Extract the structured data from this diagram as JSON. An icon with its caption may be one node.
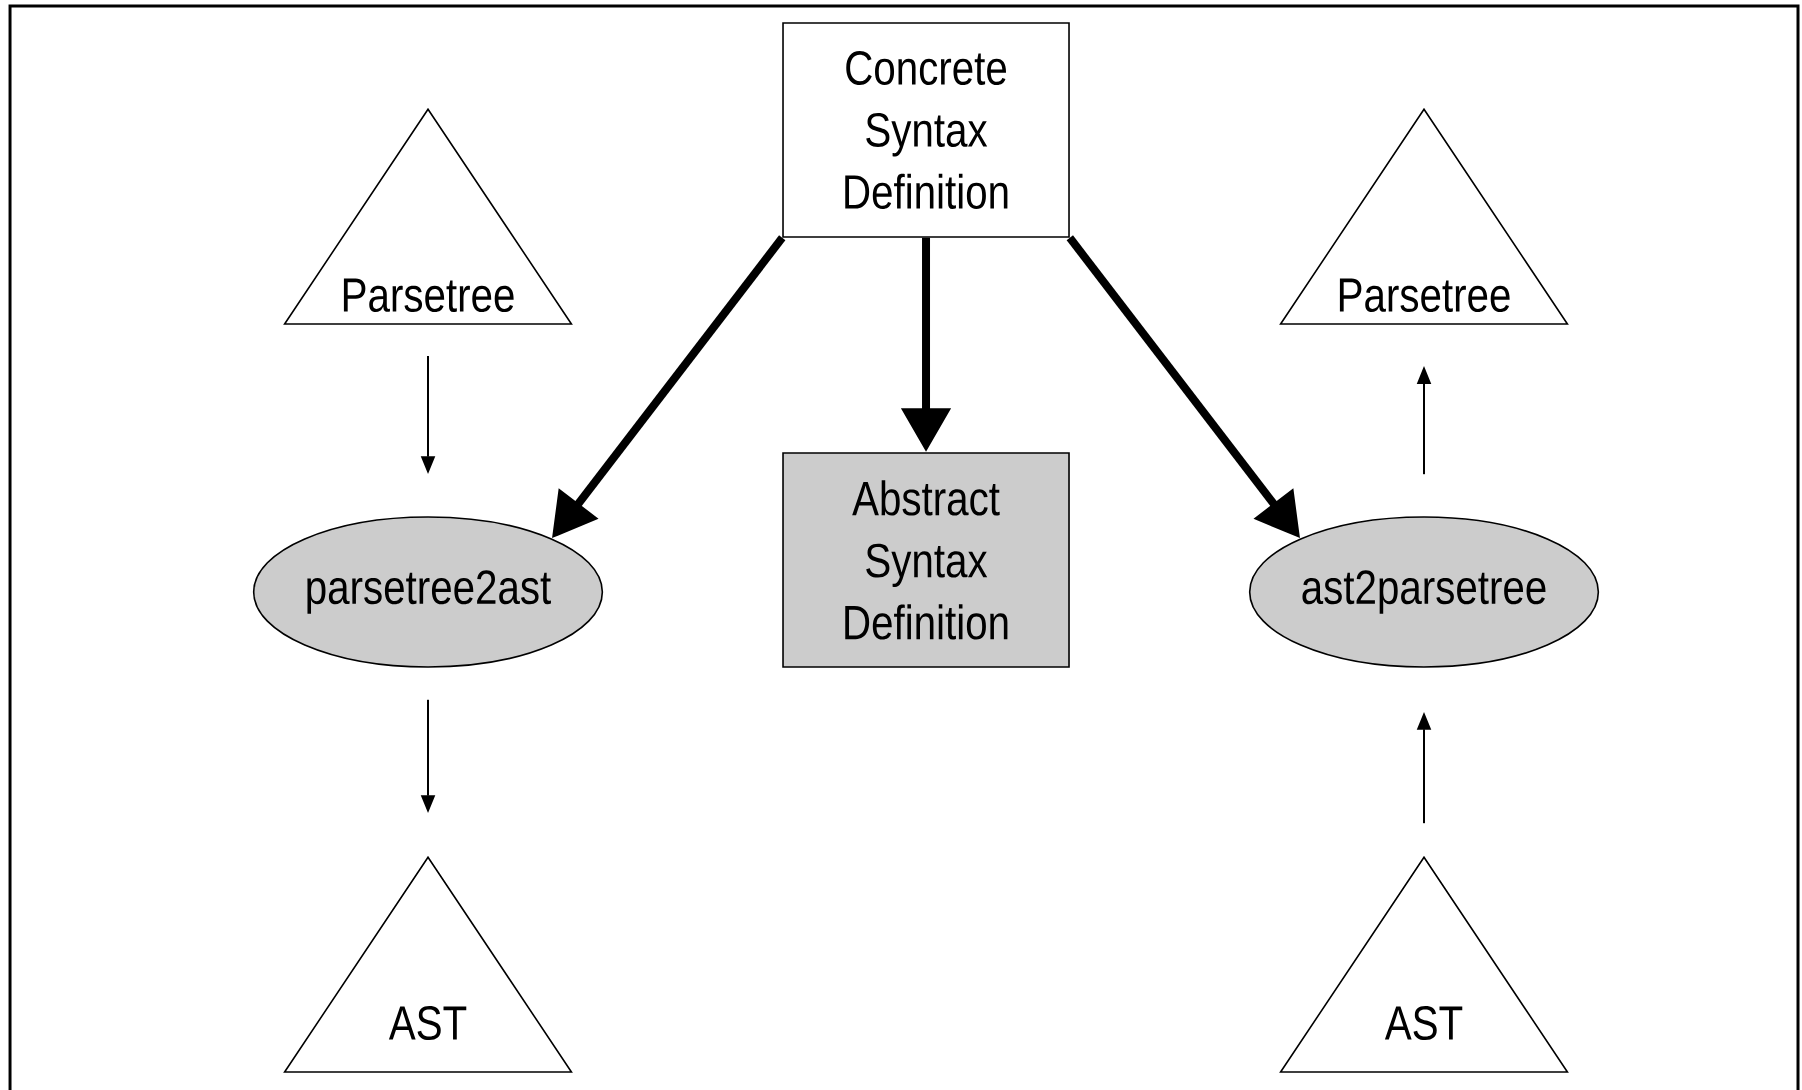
{
  "diagram": {
    "nodes": [
      {
        "text": [
          "Concrete Syntax Definition"
        ]
      },
      {
        "text": [
          "Parsetree"
        ]
      },
      {
        "text": [
          "parsetree2ast"
        ]
      },
      {
        "text": [
          "Abstract Syntax Definition"
        ]
      },
      {
        "text": [
          "ast2parsetree"
        ]
      },
      {
        "text": [
          "Parsetree"
        ]
      },
      {
        "text": [
          "AST"
        ]
      },
      {
        "text": [
          "AST"
        ]
      }
    ],
    "edges": [
      {
        "from": 0,
        "to": 2,
        "arrow": "to",
        "style": "thick"
      },
      {
        "from": 0,
        "to": 3,
        "arrow": "to",
        "style": "thick"
      },
      {
        "from": 0,
        "to": 4,
        "arrow": "to",
        "style": "thick"
      },
      {
        "from": 1,
        "to": 2,
        "arrow": "to"
      },
      {
        "from": 2,
        "to": 6,
        "arrow": "to"
      },
      {
        "from": 7,
        "to": 4,
        "arrow": "to"
      },
      {
        "from": 4,
        "to": 5,
        "arrow": "to"
      }
    ]
  }
}
